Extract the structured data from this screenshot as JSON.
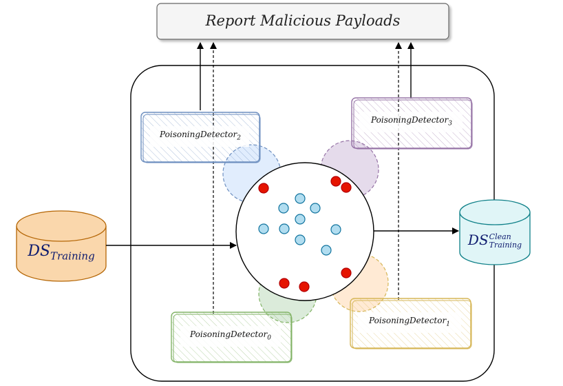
{
  "report": {
    "title": "Report Malicious Payloads"
  },
  "datasets": {
    "training": {
      "main": "DS",
      "sub": "Training"
    },
    "clean": {
      "main": "DS",
      "sup": "Clean",
      "sub": "Training"
    }
  },
  "detectors": [
    {
      "name": "PoisoningDetector",
      "index": "0",
      "color": "#82b366",
      "fill": "#d5e8d4"
    },
    {
      "name": "PoisoningDetector",
      "index": "1",
      "color": "#d6b656",
      "fill": "#ffe6cc"
    },
    {
      "name": "PoisoningDetector",
      "index": "2",
      "color": "#6c8ebf",
      "fill": "#dae8fc"
    },
    {
      "name": "PoisoningDetector",
      "index": "3",
      "color": "#9673a6",
      "fill": "#e1d5e7"
    }
  ],
  "colors": {
    "clean_point": "#b1ddf0",
    "poison_point": "#e51400",
    "training_cylinder": "#fad7ac",
    "clean_cylinder": "#e0f5f7"
  }
}
